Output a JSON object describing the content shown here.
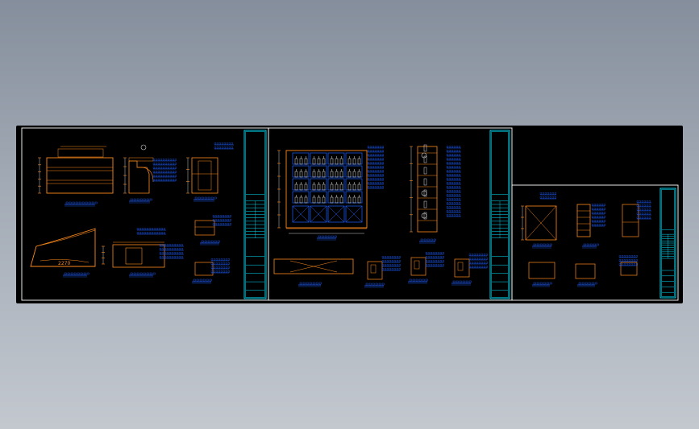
{
  "canvas": {
    "background": "#000000",
    "colors": {
      "sheet_border": "#ffffff",
      "title_block": "#00e5ff",
      "geometry": "#ff8a1c",
      "annotation": "#1f5fff",
      "leader": "#cccccc",
      "alt_annotation": "#33cc33"
    }
  },
  "sheets": [
    {
      "title_block_items": [
        "title-block"
      ]
    },
    {
      "title_block_items": [
        "title-block"
      ]
    },
    {
      "title_block_items": [
        "title-block"
      ]
    }
  ],
  "labels": {
    "arc_dimension": "2270"
  }
}
